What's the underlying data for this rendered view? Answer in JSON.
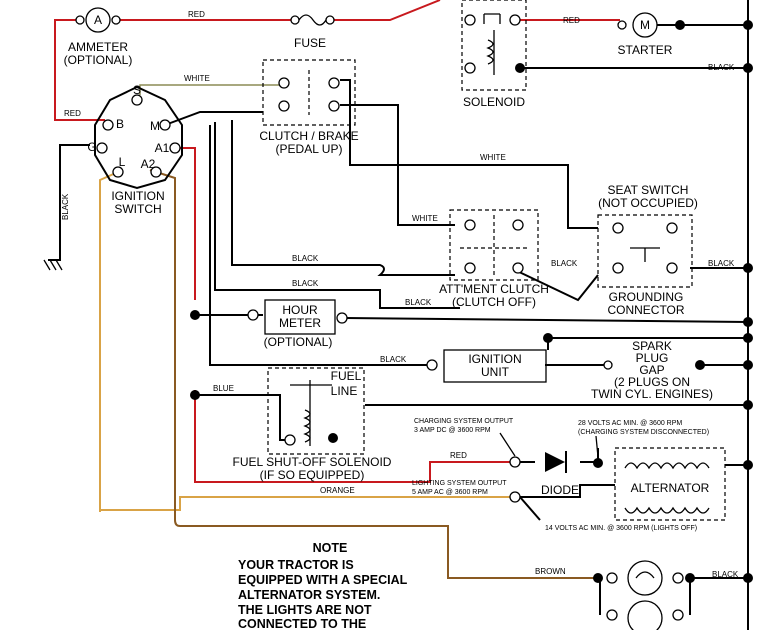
{
  "labels": {
    "ammeter": "AMMETER",
    "ammeter_optional": "(OPTIONAL)",
    "ammeter_symbol": "A",
    "fuse": "FUSE",
    "solenoid": "SOLENOID",
    "starter": "STARTER",
    "starter_symbol": "M",
    "clutch_brake": "CLUTCH / BRAKE",
    "clutch_brake_sub": "(PEDAL UP)",
    "ignition_switch_1": "IGNITION",
    "ignition_switch_2": "SWITCH",
    "seat_switch": "SEAT SWITCH",
    "seat_switch_sub": "(NOT OCCUPIED)",
    "grounding_1": "GROUNDING",
    "grounding_2": "CONNECTOR",
    "attment_clutch": "ATT'MENT CLUTCH",
    "attment_clutch_sub": "(CLUTCH OFF)",
    "hour_meter_1": "HOUR",
    "hour_meter_2": "METER",
    "hour_meter_optional": "(OPTIONAL)",
    "ignition_unit_1": "IGNITION",
    "ignition_unit_2": "UNIT",
    "spark_1": "SPARK",
    "spark_2": "PLUG",
    "spark_3": "GAP",
    "spark_4": "(2 PLUGS ON",
    "spark_5": "TWIN CYL. ENGINES)",
    "fuel_line_1": "FUEL",
    "fuel_line_2": "LINE",
    "fuel_solenoid": "FUEL SHUT-OFF SOLENOID",
    "fuel_solenoid_sub": "(IF SO EQUIPPED)",
    "charging_1": "CHARGING SYSTEM OUTPUT",
    "charging_2": "3 AMP DC @ 3600 RPM",
    "lighting_1": "LIGHTING SYSTEM OUTPUT",
    "lighting_2": "5 AMP AC @ 3600 RPM",
    "volts28_1": "28 VOLTS AC MIN. @ 3600 RPM",
    "volts28_2": "(CHARGING SYSTEM DISCONNECTED)",
    "volts14": "14 VOLTS AC MIN. @ 3600 RPM (LIGHTS OFF)",
    "diode": "DIODE",
    "alternator": "ALTERNATOR",
    "term_b": "B",
    "term_s": "S",
    "term_m": "M",
    "term_g": "G",
    "term_l": "L",
    "term_a1": "A1",
    "term_a2": "A2"
  },
  "wires": {
    "red_top": "RED",
    "red_right": "RED",
    "red_left": "RED",
    "red_bottom": "RED",
    "white_top": "WHITE",
    "white_mid": "WHITE",
    "white_low": "WHITE",
    "black_solenoid": "BLACK",
    "black_vertical": "BLACK",
    "black_1": "BLACK",
    "black_2": "BLACK",
    "black_3": "BLACK",
    "black_seat": "BLACK",
    "black_ground": "BLACK",
    "black_ign": "BLACK",
    "black_light": "BLACK",
    "blue": "BLUE",
    "orange": "ORANGE",
    "brown": "BROWN"
  },
  "note": {
    "title": "NOTE",
    "lines": [
      "YOUR TRACTOR IS",
      "EQUIPPED WITH A SPECIAL",
      "ALTERNATOR SYSTEM.",
      "THE LIGHTS ARE NOT",
      "CONNECTED TO THE"
    ]
  }
}
